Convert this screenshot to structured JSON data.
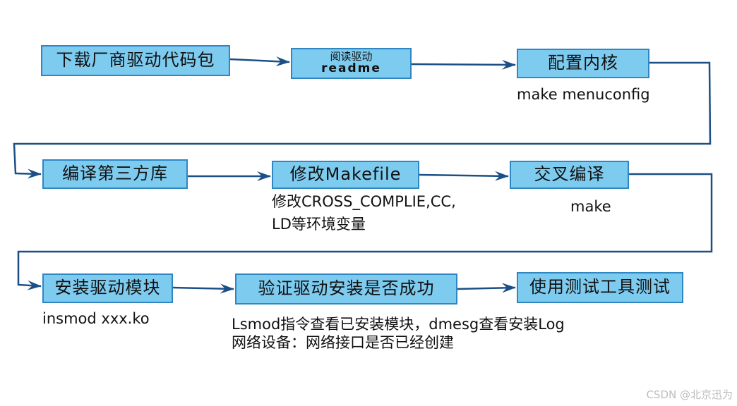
{
  "nodes": [
    {
      "id": "download",
      "label": "下载厂商驱动代码包"
    },
    {
      "id": "readme",
      "label": "阅读驱动",
      "sublabel": "readme"
    },
    {
      "id": "kernel-config",
      "label": "配置内核"
    },
    {
      "id": "third-party",
      "label": "编译第三方库"
    },
    {
      "id": "makefile",
      "label": "修改Makefile"
    },
    {
      "id": "cross-compile",
      "label": "交叉编译"
    },
    {
      "id": "install",
      "label": "安装驱动模块"
    },
    {
      "id": "verify",
      "label": "验证驱动安装是否成功"
    },
    {
      "id": "test-tools",
      "label": "使用测试工具测试"
    }
  ],
  "notes": {
    "menuconfig": "make menuconfig",
    "env_line1": "修改CROSS_COMPLIE,CC,",
    "env_line2": "LD等环境变量",
    "make": "make",
    "insmod": "insmod xxx.ko",
    "verify_line1": "Lsmod指令查看已安装模块，dmesg查看安装Log",
    "verify_line2": "网络设备：网络接口是否已经创建"
  },
  "edges": [
    [
      "download",
      "readme"
    ],
    [
      "readme",
      "kernel-config"
    ],
    [
      "kernel-config",
      "third-party"
    ],
    [
      "third-party",
      "makefile"
    ],
    [
      "makefile",
      "cross-compile"
    ],
    [
      "cross-compile",
      "install"
    ],
    [
      "install",
      "verify"
    ],
    [
      "verify",
      "test-tools"
    ]
  ],
  "colors": {
    "box_fill": "#7ecbf0",
    "box_border": "#2f87c2",
    "arrow": "#1b4f86"
  },
  "credit": "CSDN @北京迅为"
}
